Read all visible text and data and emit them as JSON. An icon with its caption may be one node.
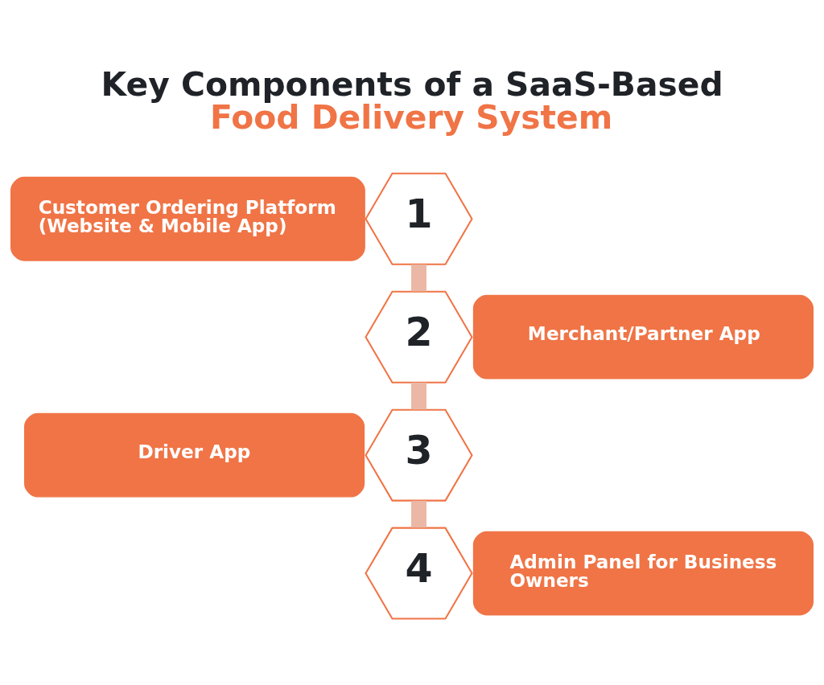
{
  "diagram": {
    "title": "Key Components of a SaaS-Based Food Delivery System",
    "nodes": [
      {
        "text": [
          "Customer Ordering Platform (Website & Mobile App)"
        ]
      },
      {
        "text": [
          "1"
        ]
      },
      {
        "text": [
          "2"
        ]
      },
      {
        "text": [
          "Merchant/Partner App"
        ]
      },
      {
        "text": [
          "Driver App"
        ]
      },
      {
        "text": [
          "3"
        ]
      },
      {
        "text": [
          "4"
        ]
      },
      {
        "text": [
          "Admin Panel for Business Owners"
        ]
      }
    ],
    "edges": [
      {
        "from": 1,
        "to": 2,
        "arrow": "none"
      },
      {
        "from": 2,
        "to": 5,
        "arrow": "none"
      },
      {
        "from": 5,
        "to": 6,
        "arrow": "none"
      }
    ]
  }
}
